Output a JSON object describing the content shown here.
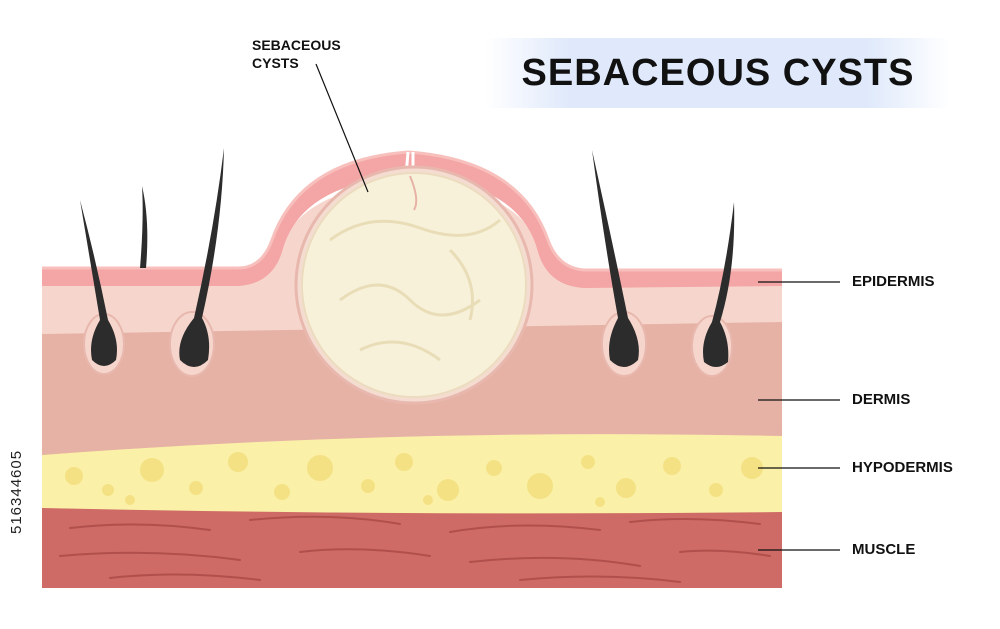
{
  "title": "SEBACEOUS CYSTS",
  "cyst_label": {
    "line1": "SEBACEOUS",
    "line2": "CYSTS"
  },
  "layers": [
    {
      "name": "EPIDERMIS"
    },
    {
      "name": "DERMIS"
    },
    {
      "name": "HYPODERMIS"
    },
    {
      "name": "MUSCLE"
    }
  ],
  "stock_id": "516344605",
  "colors": {
    "epidermis": "#f4a5a5",
    "epidermis_dark": "#ee8f92",
    "dermis_upper": "#f6d6cc",
    "dermis_lower": "#e7b2a6",
    "hypodermis": "#faf0a8",
    "fat_dots": "#f4e184",
    "muscle": "#cf6b66",
    "muscle_lines": "#b04f4c",
    "cyst_fill": "#f8f1da",
    "hair": "#2c2c2c",
    "title_band": "#dfe9fb"
  }
}
